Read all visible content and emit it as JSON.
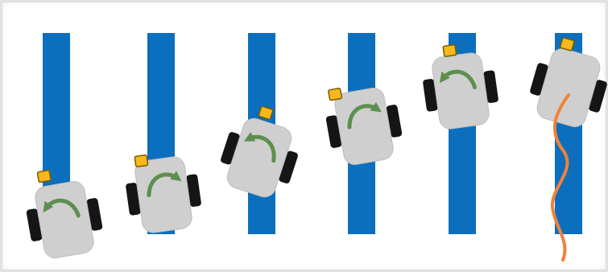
{
  "colors": {
    "line": "#0b6fbd",
    "robot_body": "#cfcfcf",
    "wheel": "#151515",
    "sensor": "#f6b81a",
    "sensor_stroke": "#7a5a00",
    "arrow": "#5d8f4e",
    "path": "#f0813a"
  },
  "frames": [
    {
      "label": "frame-1",
      "turn": "counter-clockwise"
    },
    {
      "label": "frame-2",
      "turn": "clockwise"
    },
    {
      "label": "frame-3",
      "turn": "counter-clockwise"
    },
    {
      "label": "frame-4",
      "turn": "clockwise"
    },
    {
      "label": "frame-5",
      "turn": "counter-clockwise"
    },
    {
      "label": "frame-6",
      "turn": "none",
      "trail": true
    }
  ],
  "icons": {
    "turn_left": "counter-clockwise-arrow-icon",
    "turn_right": "clockwise-arrow-icon",
    "sensor": "light-sensor-icon",
    "path": "wavy-path-icon"
  }
}
